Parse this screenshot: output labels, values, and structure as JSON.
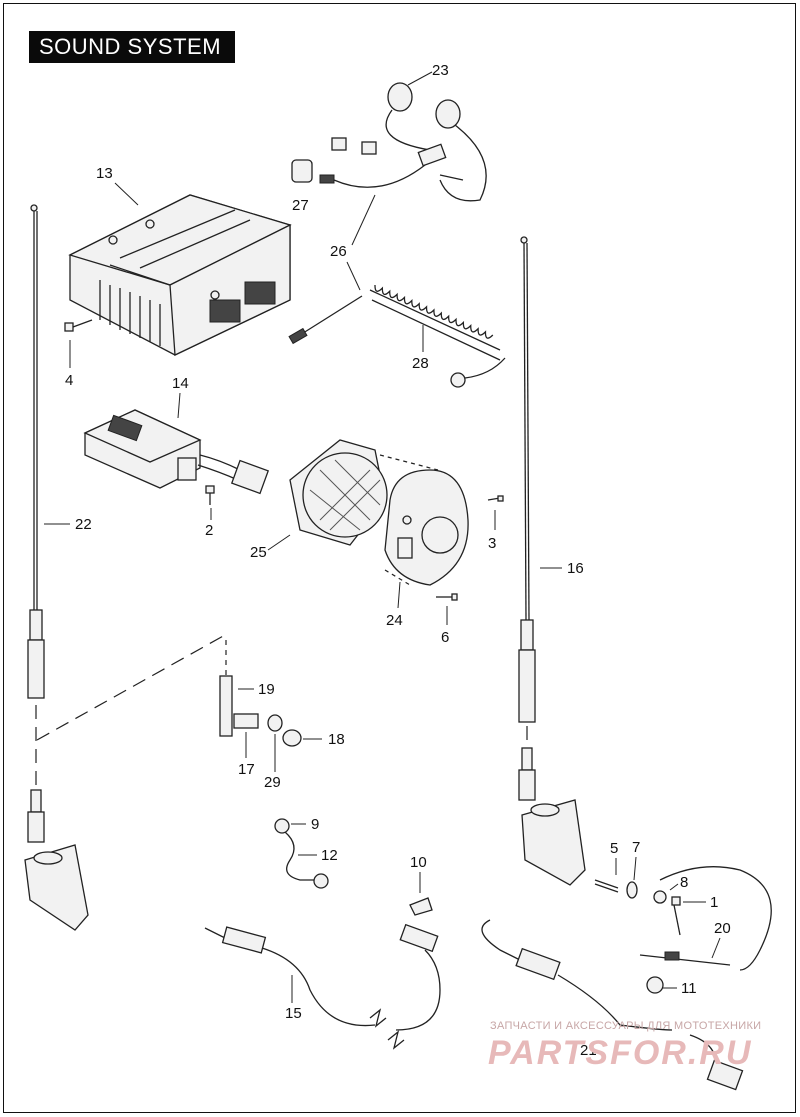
{
  "title": "SOUND SYSTEM",
  "callouts": {
    "n1": "1",
    "n2": "2",
    "n3": "3",
    "n4": "4",
    "n5": "5",
    "n6": "6",
    "n7": "7",
    "n8": "8",
    "n9": "9",
    "n10": "10",
    "n11": "11",
    "n12": "12",
    "n13": "13",
    "n14": "14",
    "n15": "15",
    "n16": "16",
    "n17": "17",
    "n18": "18",
    "n19": "19",
    "n20": "20",
    "n21": "21",
    "n22": "22",
    "n23": "23",
    "n24": "24",
    "n25": "25",
    "n26": "26",
    "n27": "27",
    "n28": "28",
    "n29": "29"
  },
  "watermark": {
    "caption": "ЗАПЧАСТИ И АКСЕССУАРЫ ДЛЯ МОТОТЕХНИКИ",
    "brand": "PARTSFOR.RU"
  }
}
